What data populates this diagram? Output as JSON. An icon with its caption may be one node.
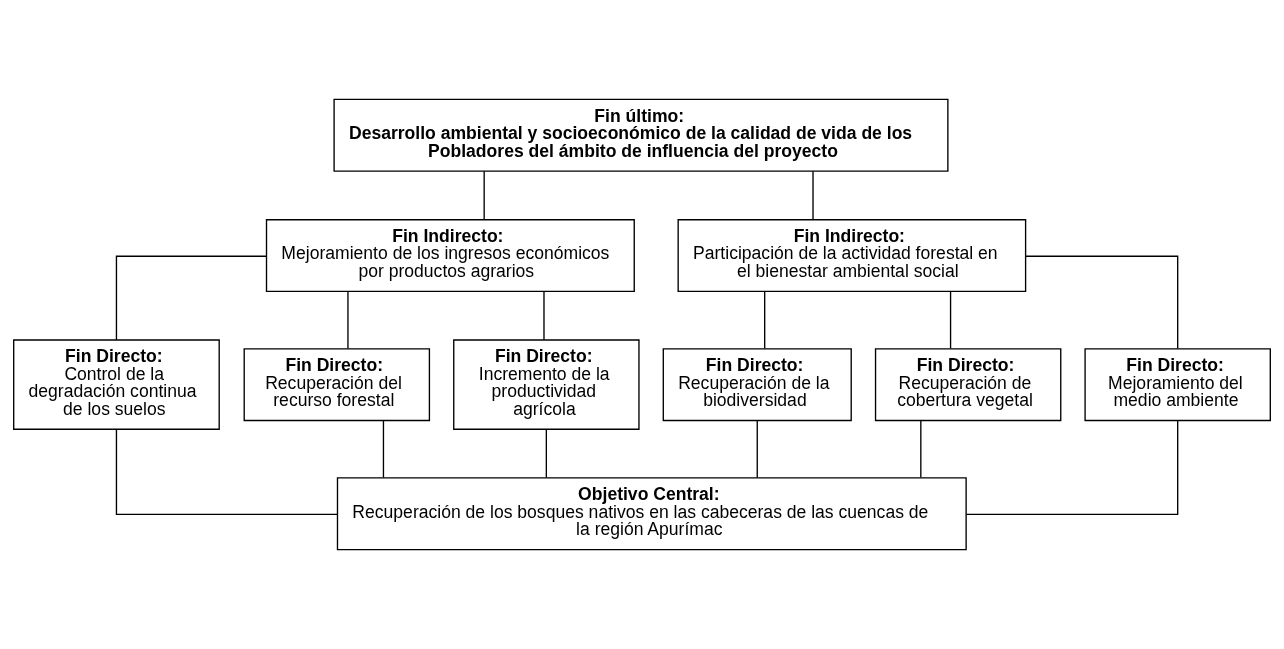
{
  "diagram": {
    "nodes": [
      {
        "text": [
          "Fin último:",
          "Desarrollo ambiental y socioeconómico de la calidad de vida de los Pobladores del ámbito de influencia del proyecto"
        ]
      },
      {
        "text": [
          "Fin Indirecto:",
          "Mejoramiento de los ingresos económicos por productos agrarios"
        ]
      },
      {
        "text": [
          "Fin Indirecto:",
          "Participación de la actividad forestal en el bienestar ambiental social"
        ]
      },
      {
        "text": [
          "Fin Directo:",
          "Control de la degradación continua de los suelos"
        ]
      },
      {
        "text": [
          "Fin Directo:",
          "Recuperación del recurso forestal"
        ]
      },
      {
        "text": [
          "Fin Directo:",
          "Incremento de la productividad agrícola"
        ]
      },
      {
        "text": [
          "Fin Directo:",
          "Recuperación de la biodiversidad"
        ]
      },
      {
        "text": [
          "Fin Directo:",
          "Recuperación de cobertura vegetal"
        ]
      },
      {
        "text": [
          "Fin Directo:",
          "Mejoramiento del medio ambiente"
        ]
      },
      {
        "text": [
          "Objetivo Central:",
          "Recuperación de los bosques nativos en las cabeceras de las cuencas de la región Apurímac"
        ]
      }
    ],
    "edges": [
      {
        "from": 0,
        "to": 1,
        "arrow": "none"
      },
      {
        "from": 0,
        "to": 2,
        "arrow": "none"
      },
      {
        "from": 1,
        "to": 3,
        "arrow": "none"
      },
      {
        "from": 1,
        "to": 4,
        "arrow": "none"
      },
      {
        "from": 1,
        "to": 5,
        "arrow": "none"
      },
      {
        "from": 2,
        "to": 6,
        "arrow": "none"
      },
      {
        "from": 2,
        "to": 7,
        "arrow": "none"
      },
      {
        "from": 2,
        "to": 8,
        "arrow": "none"
      },
      {
        "from": 3,
        "to": 9,
        "arrow": "none"
      },
      {
        "from": 4,
        "to": 9,
        "arrow": "none"
      },
      {
        "from": 5,
        "to": 9,
        "arrow": "none"
      },
      {
        "from": 6,
        "to": 9,
        "arrow": "none"
      },
      {
        "from": 7,
        "to": 9,
        "arrow": "none"
      },
      {
        "from": 8,
        "to": 9,
        "arrow": "none"
      }
    ]
  }
}
